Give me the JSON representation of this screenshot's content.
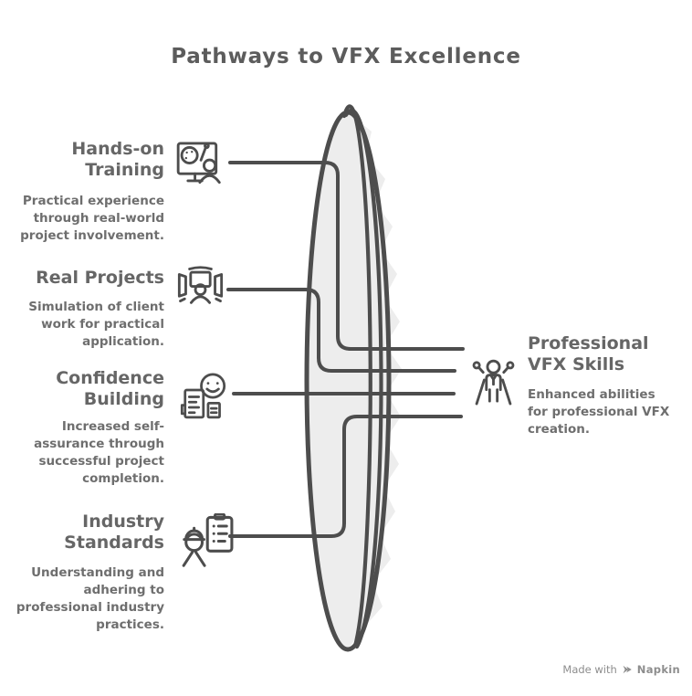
{
  "title": "Pathways to VFX Excellence",
  "nodes": {
    "inputs": [
      {
        "heading": [
          "Hands-on",
          "Training"
        ],
        "description": [
          "Practical experience",
          "through real-world",
          "project involvement."
        ],
        "icon": "training-monitor-palette-icon"
      },
      {
        "heading": [
          "Real Projects"
        ],
        "description": [
          "Simulation of client",
          "work for practical",
          "application."
        ],
        "icon": "stage-presentation-icon"
      },
      {
        "heading": [
          "Confidence",
          "Building"
        ],
        "description": [
          "Increased self-",
          "assurance through",
          "successful project",
          "completion."
        ],
        "icon": "smiley-checklist-icon"
      },
      {
        "heading": [
          "Industry",
          "Standards"
        ],
        "description": [
          "Understanding and",
          "adhering to",
          "professional industry",
          "practices."
        ],
        "icon": "worker-checklist-icon"
      }
    ],
    "output": {
      "heading": [
        "Professional",
        "VFX Skills"
      ],
      "description": [
        "Enhanced abilities",
        "for professional VFX",
        "creation."
      ],
      "icon": "achievement-person-icon"
    }
  },
  "footer": {
    "made_with": "Made with",
    "brand": "Napkin"
  },
  "colors": {
    "ink": "#4d4d4d",
    "shape_fill": "#ededed",
    "title_text": "#5c5c5c",
    "heading_text": "#666666",
    "body_text": "#6e6e6e",
    "footer_text": "#8d8d8d",
    "background": "#ffffff"
  }
}
